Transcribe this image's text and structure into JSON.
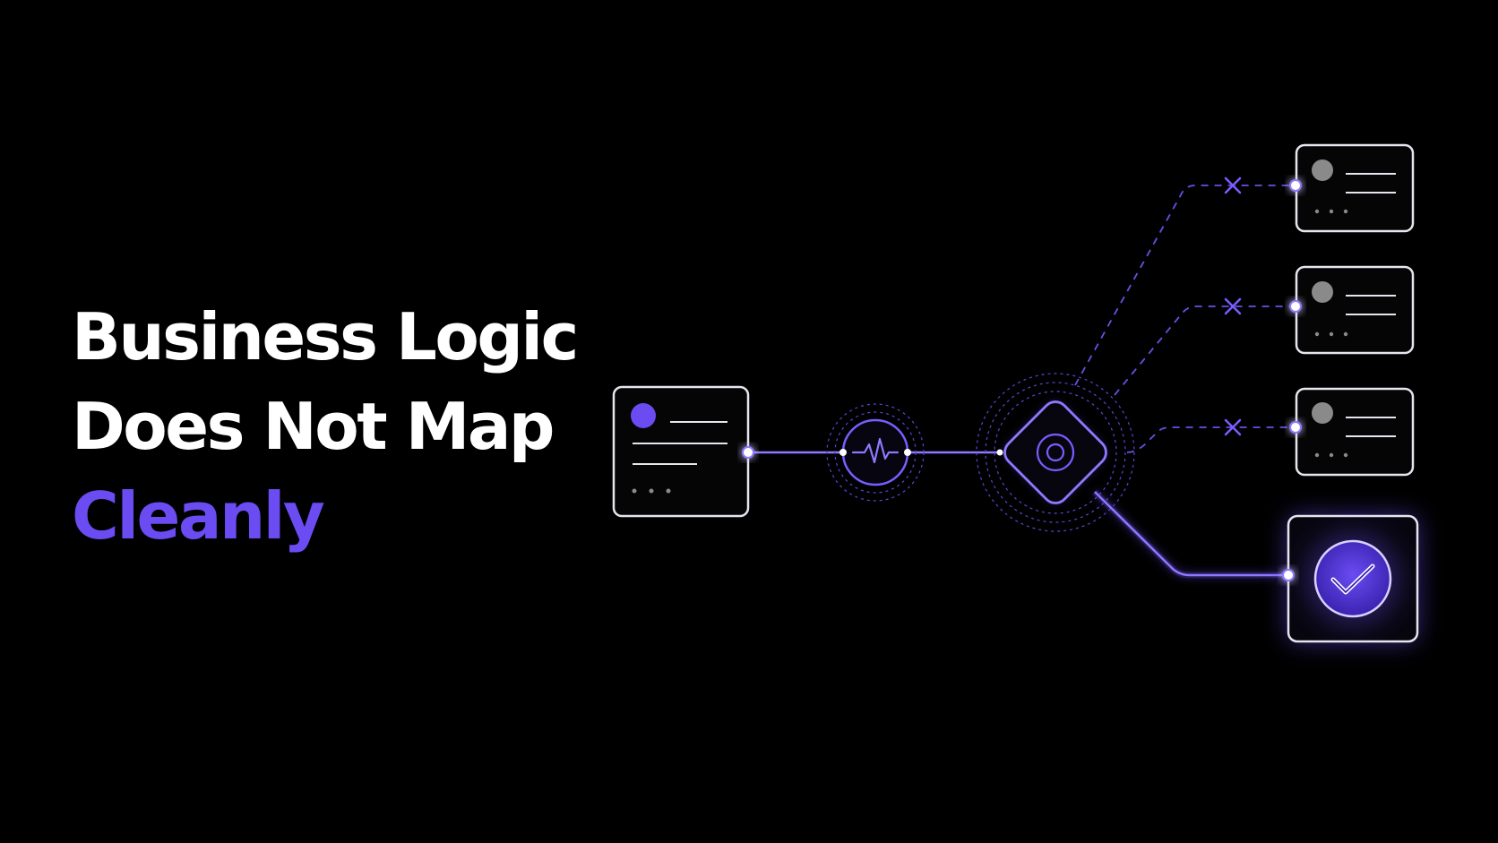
{
  "headline": {
    "line1": "Business Logic",
    "line2": "Does Not Map",
    "line3": "Cleanly"
  },
  "colors": {
    "background": "#000000",
    "text": "#ffffff",
    "accent": "#6a4cf2",
    "card_border": "#e6e6ee",
    "dashed_path": "#6b4fe6"
  },
  "diagram": {
    "source_card": {
      "icon": "avatar-dot-icon"
    },
    "signal_node": {
      "icon": "waveform-icon"
    },
    "router_node": {
      "icon": "target-icon"
    },
    "rejected_paths": [
      {
        "marker": "x-mark-icon",
        "card_icon": "avatar-dot-icon"
      },
      {
        "marker": "x-mark-icon",
        "card_icon": "avatar-dot-icon"
      },
      {
        "marker": "x-mark-icon",
        "card_icon": "avatar-dot-icon"
      }
    ],
    "success_card": {
      "icon": "checkmark-icon"
    }
  }
}
